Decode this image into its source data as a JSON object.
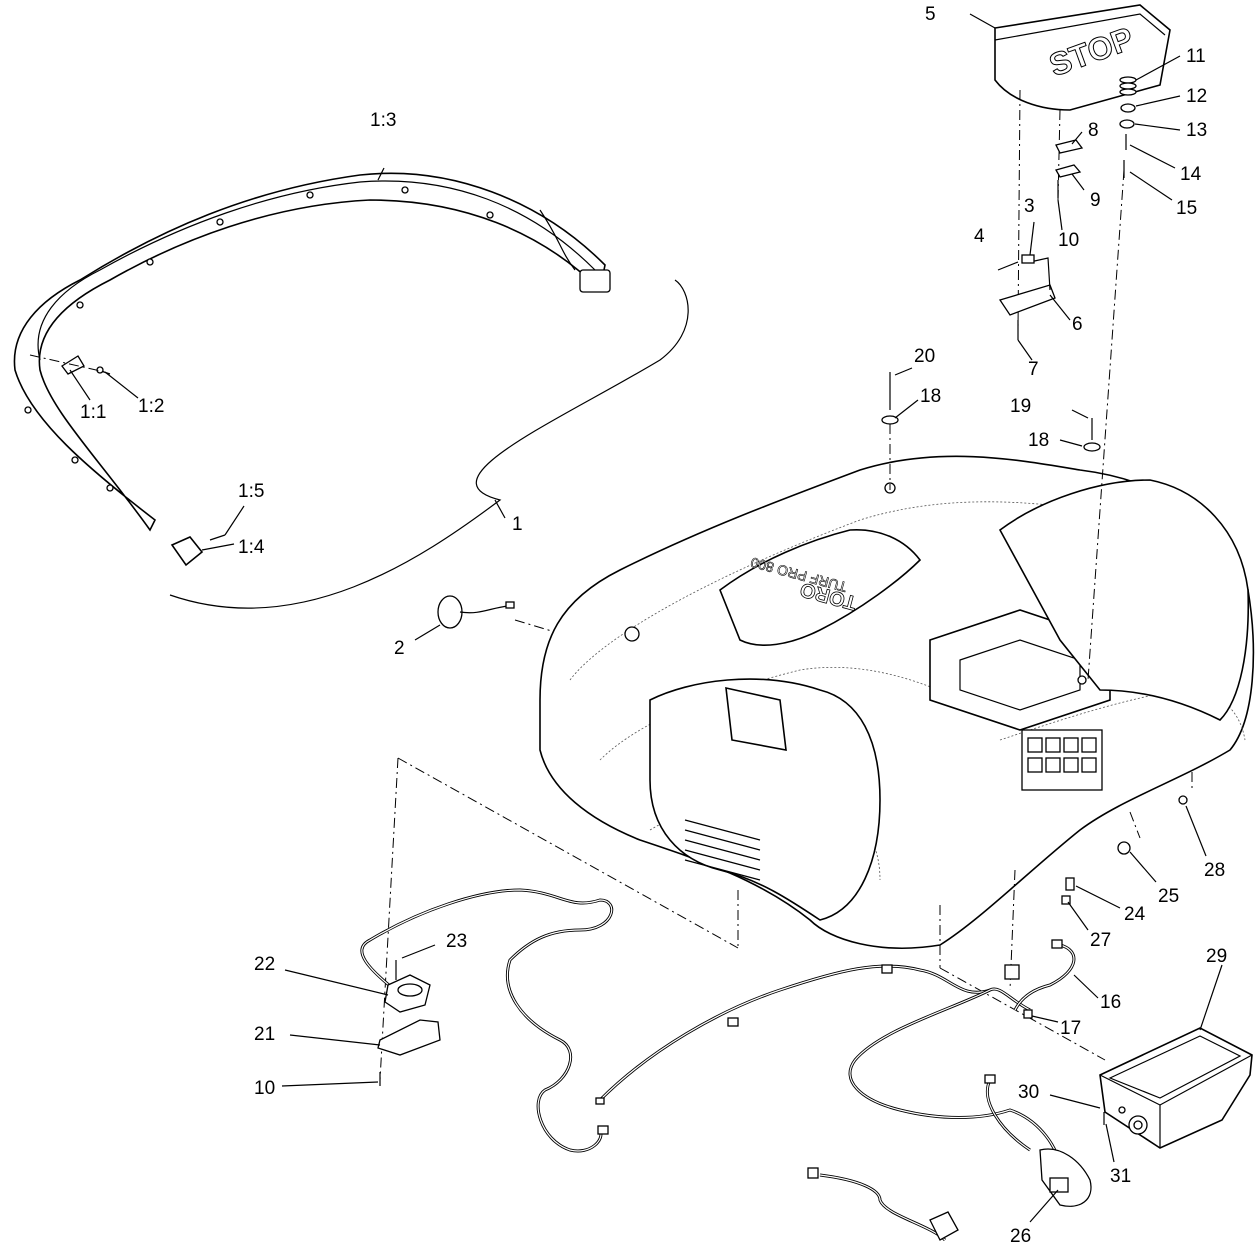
{
  "callouts": {
    "c1": "1",
    "c1_1": "1:1",
    "c1_2": "1:2",
    "c1_3": "1:3",
    "c1_4": "1:4",
    "c1_5": "1:5",
    "c2": "2",
    "c3": "3",
    "c4": "4",
    "c5": "5",
    "c6": "6",
    "c7": "7",
    "c8": "8",
    "c9": "9",
    "c10a": "10",
    "c10b": "10",
    "c11": "11",
    "c12": "12",
    "c13": "13",
    "c14": "14",
    "c15": "15",
    "c16": "16",
    "c17": "17",
    "c18a": "18",
    "c18b": "18",
    "c19": "19",
    "c20": "20",
    "c21": "21",
    "c22": "22",
    "c23": "23",
    "c24": "24",
    "c25": "25",
    "c26": "26",
    "c27": "27",
    "c28": "28",
    "c29": "29",
    "c30": "30",
    "c31": "31"
  },
  "embossed": {
    "stop": "STOP",
    "brand": "TORO",
    "model": "TURF PRO 800"
  },
  "icons": {
    "safety_decal": "safety-decal-icon",
    "stop_button": "stop-button-icon"
  }
}
